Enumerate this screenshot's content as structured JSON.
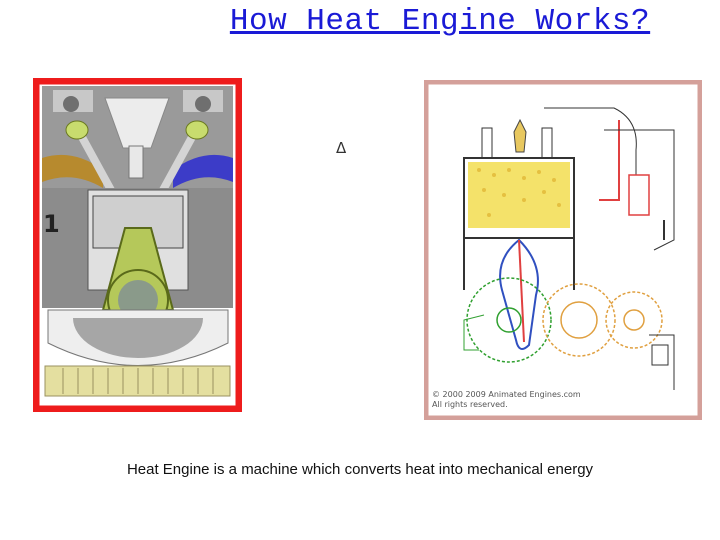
{
  "title": "How Heat Engine Works?",
  "left_image": {
    "stroke_label": "1",
    "frame_color": "#ee1c1c"
  },
  "delta_symbol": "Δ",
  "right_image": {
    "copyright_line1": "© 2000 2009 Animated Engines.com",
    "copyright_line2": "All rights reserved.",
    "frame_color": "#d4a09a"
  },
  "caption": "Heat Engine is a machine which converts heat into mechanical energy"
}
